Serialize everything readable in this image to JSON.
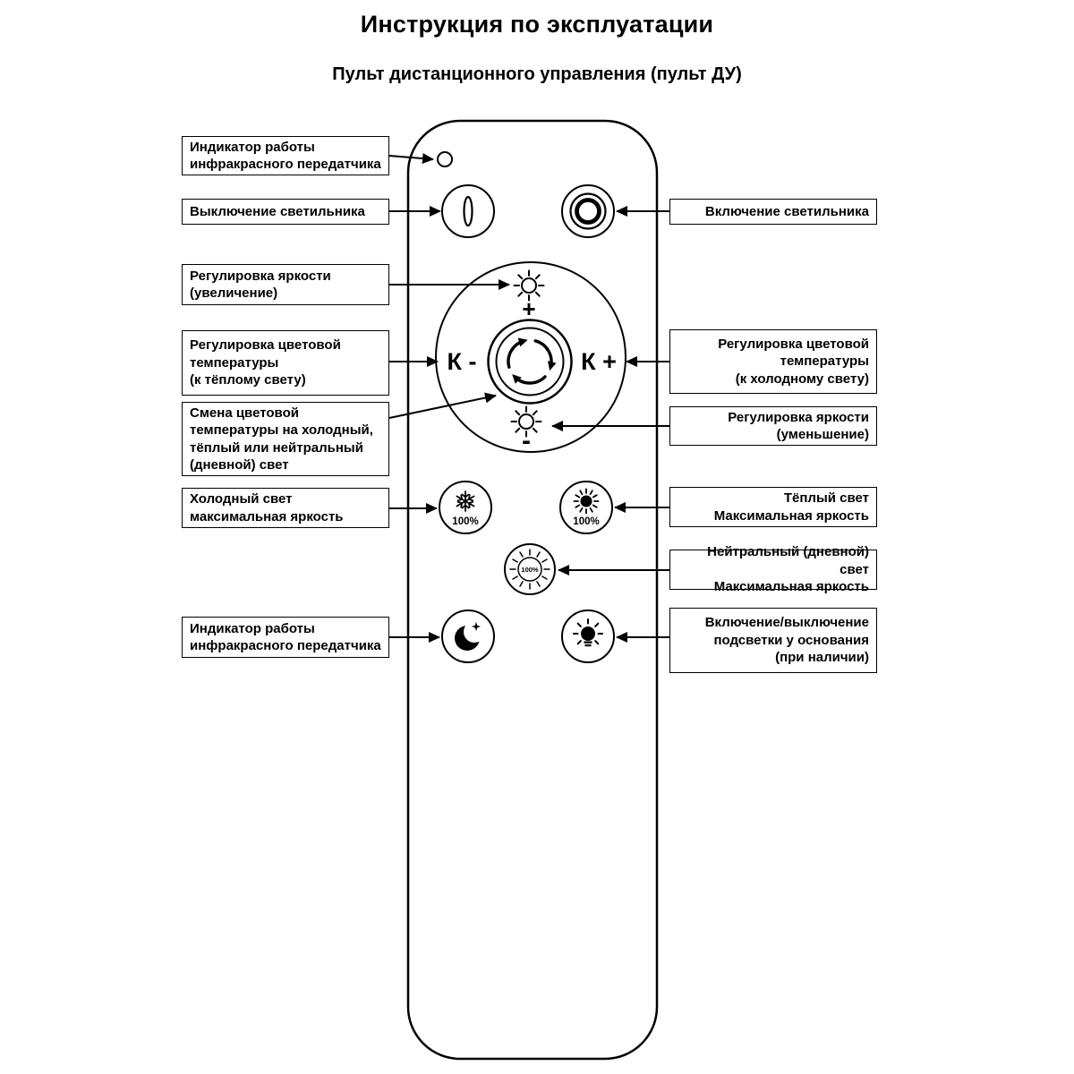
{
  "page": {
    "title": "Инструкция по эксплуатации",
    "subtitle": "Пульт дистанционного управления (пульт ДУ)"
  },
  "labels_left": [
    {
      "id": "ir-indicator-top",
      "text": "Индикатор работы\nинфракрасного передатчика"
    },
    {
      "id": "power-off",
      "text": "Выключение светильника"
    },
    {
      "id": "brightness-up",
      "text": "Регулировка яркости\n(увеличение)"
    },
    {
      "id": "color-temp-warm",
      "text": "Регулировка цветовой\nтемпературы\n(к тёплому свету)"
    },
    {
      "id": "color-temp-switch",
      "text": "Смена цветовой\nтемпературы на холодный,\nтёплый или нейтральный\n(дневной) свет"
    },
    {
      "id": "cold-max",
      "text": "Холодный свет\nмаксимальная яркость"
    },
    {
      "id": "ir-indicator-bottom",
      "text": "Индикатор работы\nинфракрасного передатчика"
    }
  ],
  "labels_right": [
    {
      "id": "power-on",
      "text": "Включение светильника"
    },
    {
      "id": "color-temp-cold",
      "text": "Регулировка цветовой\nтемпературы\n(к холодному свету)"
    },
    {
      "id": "brightness-down",
      "text": "Регулировка яркости\n(уменьшение)"
    },
    {
      "id": "warm-max",
      "text": "Тёплый свет\nМаксимальная яркость"
    },
    {
      "id": "neutral-max",
      "text": "Нейтральный (дневной) свет\nМаксимальная яркость"
    },
    {
      "id": "base-light",
      "text": "Включение/выключение\nподсветки у основания\n(при наличии)"
    }
  ],
  "remote": {
    "k_minus_label": "К -",
    "k_plus_label": "К +",
    "brightness_plus_sign": "+",
    "brightness_minus_sign": "-",
    "cold_button_percent": "100%",
    "warm_button_percent": "100%",
    "neutral_button_percent": "100%"
  },
  "icons": {
    "power_off": "vertical-bar-in-circle",
    "power_on": "concentric-rings",
    "brightness_up": "sun-outline",
    "brightness_down": "sun-outline",
    "color_cycle": "rotating-arrows",
    "cold_max": "snowflake",
    "warm_max": "sun-filled",
    "neutral_max": "sun-outline-100",
    "night_mode": "crescent-moon-star",
    "base_light": "light-bulb"
  },
  "colors": {
    "ink": "#000000",
    "paper": "#ffffff"
  }
}
